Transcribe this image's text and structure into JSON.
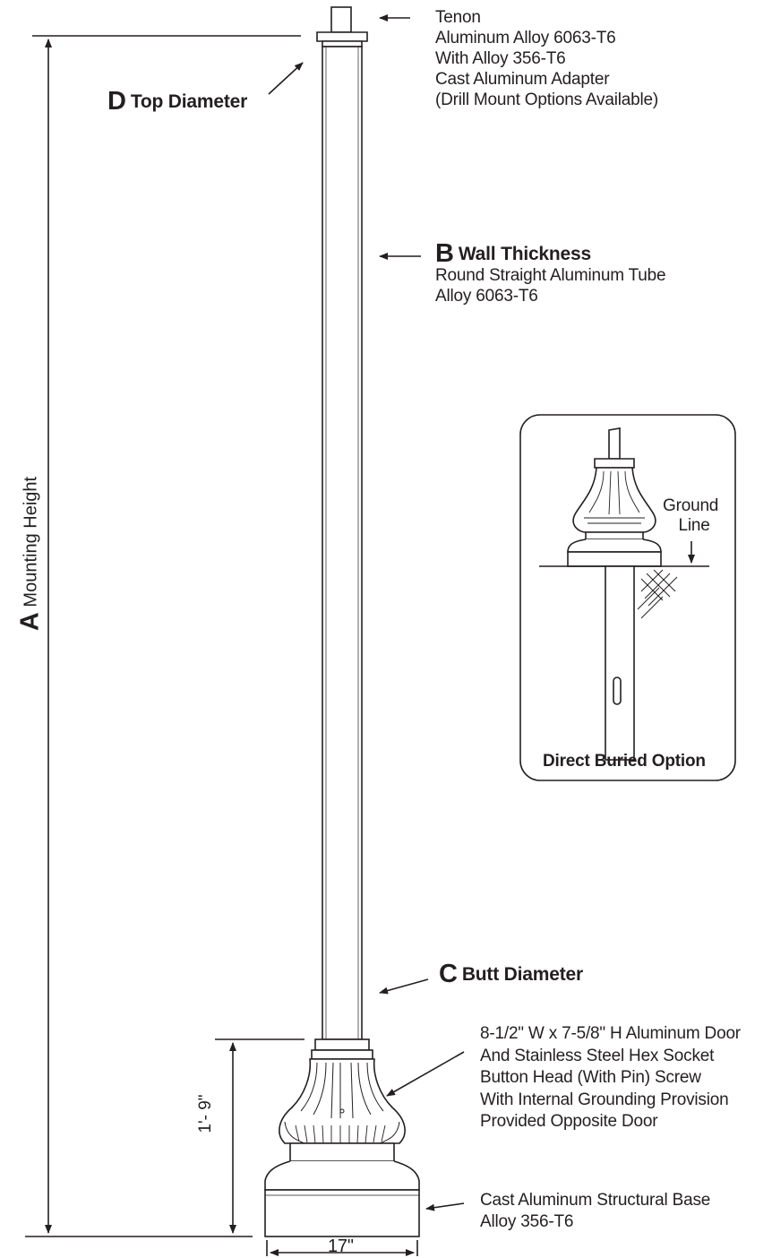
{
  "labels": {
    "tenon": [
      "Tenon",
      "Aluminum Alloy 6063-T6",
      "With Alloy 356-T6",
      "Cast Aluminum Adapter",
      "(Drill Mount Options Available)"
    ],
    "top_diameter": {
      "letter": "D",
      "text": "Top Diameter"
    },
    "wall_thickness": {
      "letter": "B",
      "text": "Wall Thickness",
      "lines": [
        "Round Straight Aluminum Tube",
        "Alloy 6063-T6"
      ]
    },
    "mounting_height": {
      "letter": "A",
      "text": "Mounting Height"
    },
    "butt_diameter": {
      "letter": "C",
      "text": "Butt Diameter"
    },
    "door": [
      "8-1/2\" W x 7-5/8\" H Aluminum Door",
      "And Stainless Steel Hex Socket",
      "Button Head (With Pin) Screw",
      "With Internal Grounding Provision",
      "Provided Opposite Door"
    ],
    "base": [
      "Cast Aluminum Structural Base",
      "Alloy 356-T6"
    ],
    "base_height": "1'- 9\"",
    "base_width": "17\""
  },
  "inset": {
    "ground_line": [
      "Ground",
      "Line"
    ],
    "caption": "Direct Buried Option"
  }
}
